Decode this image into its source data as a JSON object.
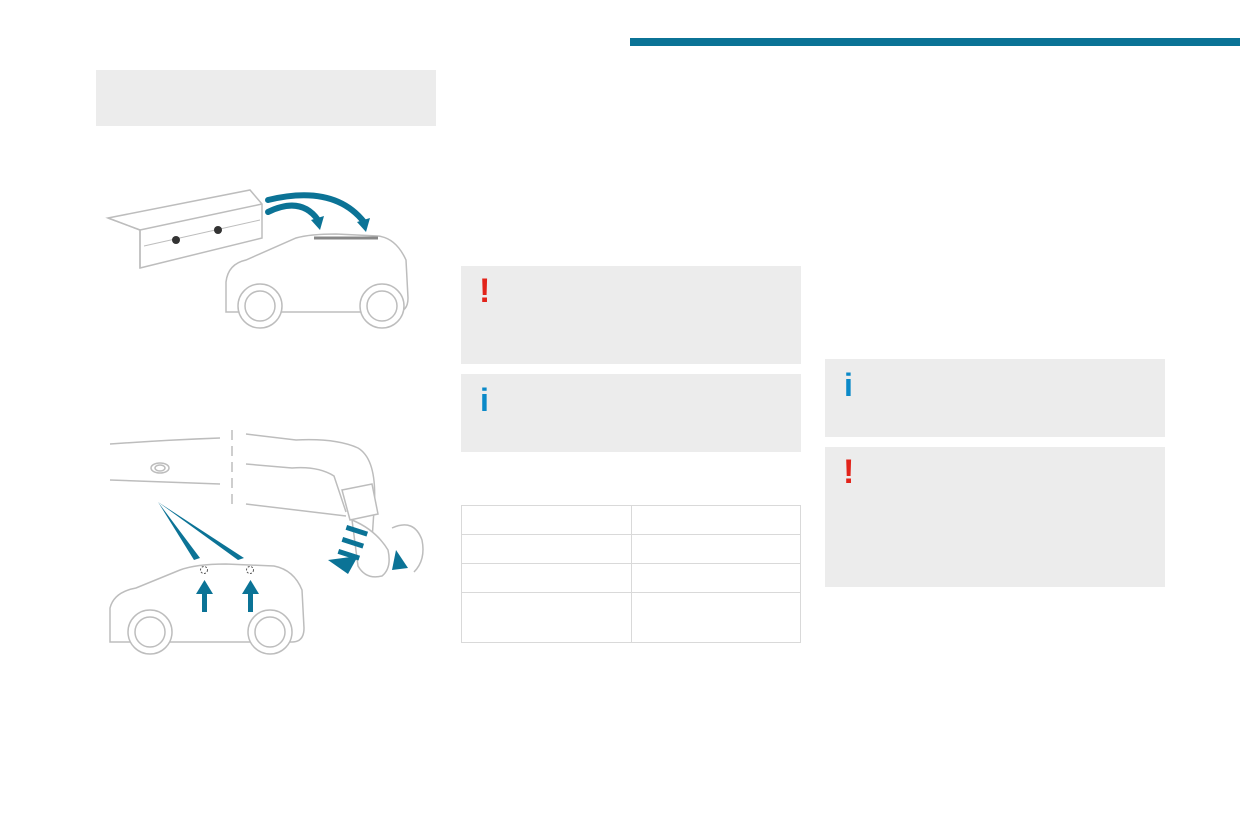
{
  "colors": {
    "accent": "#0b7396",
    "warning": "#e2231a",
    "info": "#0a89c8",
    "note_bg": "#ececec",
    "line": "#bdbdbd"
  },
  "notes": [
    {
      "type": "warning",
      "icon": "exclamation-icon",
      "glyph": "!"
    },
    {
      "type": "info",
      "icon": "info-icon",
      "glyph": "i"
    },
    {
      "type": "info",
      "icon": "info-icon",
      "glyph": "i"
    },
    {
      "type": "warning",
      "icon": "exclamation-icon",
      "glyph": "!"
    }
  ],
  "table": {
    "rows": [
      [
        "",
        ""
      ],
      [
        "",
        ""
      ],
      [
        "",
        ""
      ],
      [
        "",
        ""
      ]
    ]
  }
}
